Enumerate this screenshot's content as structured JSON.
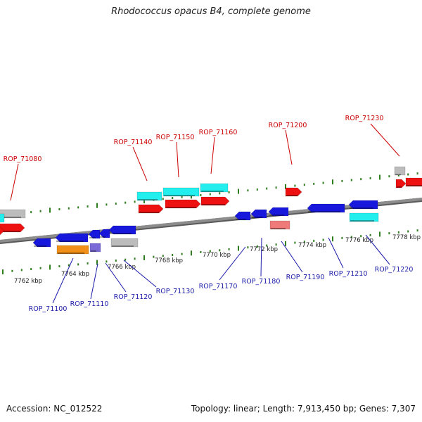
{
  "title": "Rhodococcus opacus B4, complete genome",
  "footer": {
    "accession": "Accession: NC_012522",
    "summary": "Topology: linear; Length: 7,913,450 bp; Genes: 7,307"
  },
  "colors": {
    "backbone": "#8c8c8c",
    "tick": "#2e7d1e",
    "forward_label": "#cc0000",
    "reverse_label": "#1a1aaa",
    "red": "#ee1111",
    "cyan": "#22eeee",
    "blue": "#1818dd",
    "gray": "#bcbcbc",
    "orange": "#f09018",
    "purple": "#7a6ad8",
    "salmon": "#ee7a7a"
  },
  "scale_labels": [
    "7762 kbp",
    "7764 kbp",
    "7766 kbp",
    "7768 kbp",
    "7770 kbp",
    "7772 kbp",
    "7774 kbp",
    "7776 kbp",
    "7778 kbp"
  ],
  "forward_labels": [
    "ROP_71080",
    "ROP_71140",
    "ROP_71150",
    "ROP_71160",
    "ROP_71200",
    "ROP_71230"
  ],
  "reverse_labels": [
    "ROP_71100",
    "ROP_71110",
    "ROP_71120",
    "ROP_71130",
    "ROP_71170",
    "ROP_71180",
    "ROP_71190",
    "ROP_71210",
    "ROP_71220"
  ]
}
